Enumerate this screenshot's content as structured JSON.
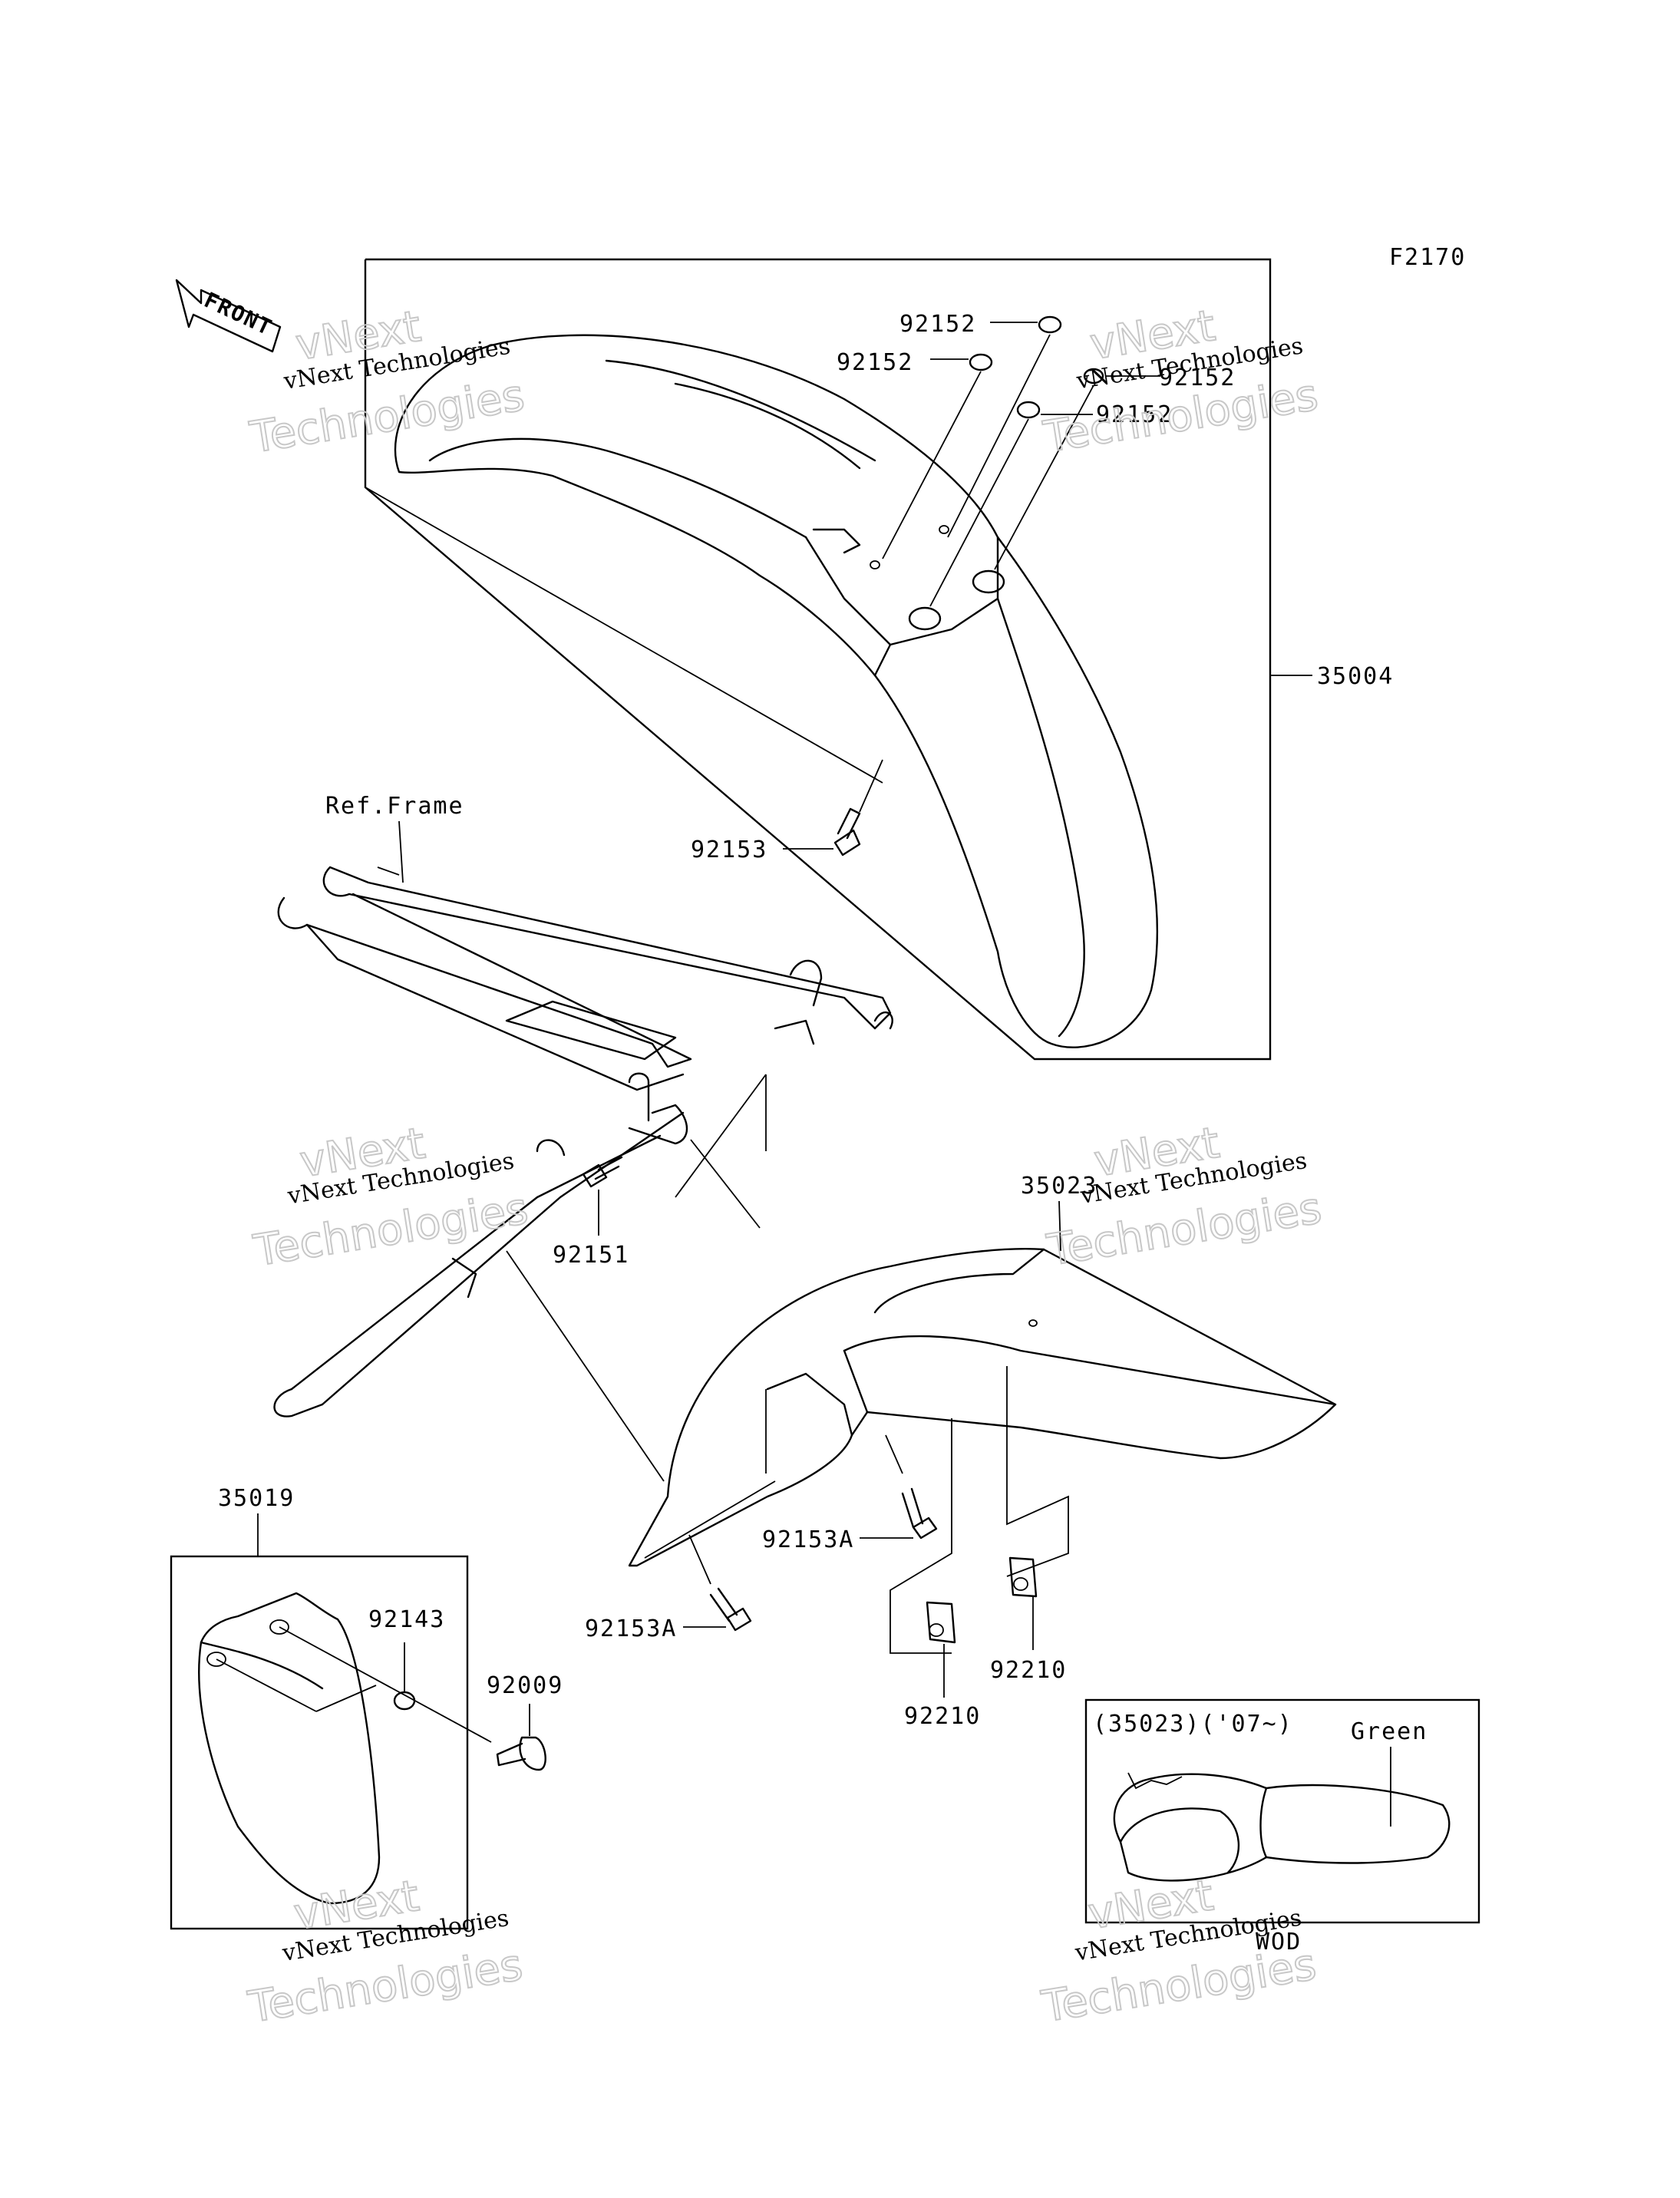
{
  "figure_code": "F2170",
  "front_arrow_label": "FRONT",
  "watermark": {
    "line1": "vNext Technologies",
    "line2": "vNext",
    "line3": "Technologies"
  },
  "labels": {
    "p35004": "35004",
    "p92152_a": "92152",
    "p92152_b": "92152",
    "p92152_c": "92152",
    "p92152_d": "92152",
    "p92153": "92153",
    "ref_frame": "Ref.Frame",
    "p92151": "92151",
    "p35023": "35023",
    "p92153A_a": "92153A",
    "p92153A_b": "92153A",
    "p92210_a": "92210",
    "p92210_b": "92210",
    "p35019": "35019",
    "p92143": "92143",
    "p92009": "92009",
    "inset_title": "(35023)('07~)",
    "inset_color": "Green",
    "inset_code": "WOD"
  }
}
